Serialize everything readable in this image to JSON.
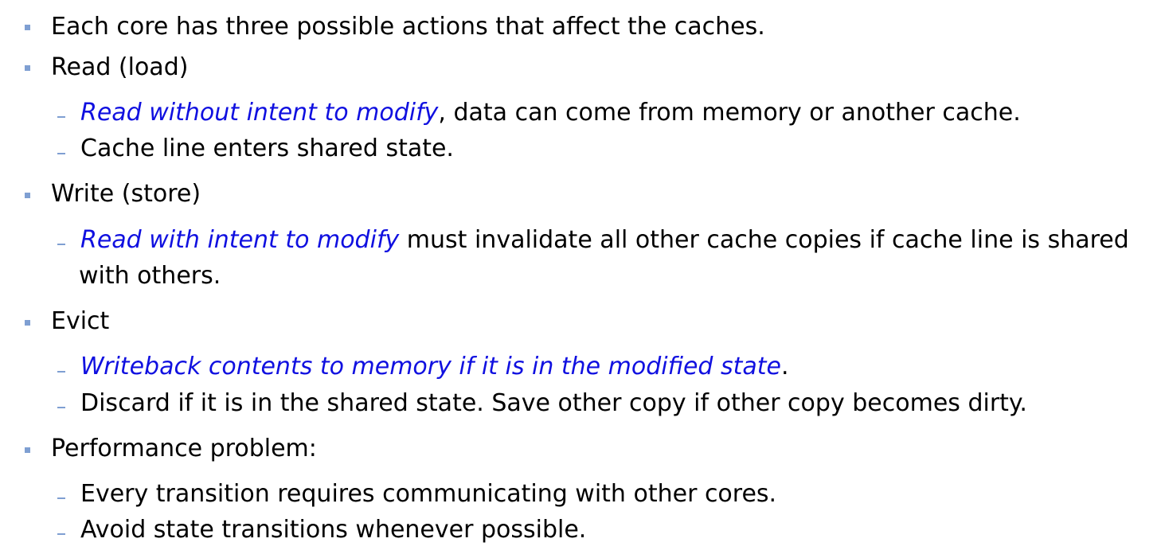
{
  "colors": {
    "text": "#000000",
    "emphasis": "#1010e0",
    "bullet_marker": "#7f9fd2"
  },
  "items": [
    {
      "text": "Each core has three possible actions that affect the caches."
    },
    {
      "text": "Read (load)",
      "sub": [
        {
          "em": "Read without intent to modify",
          "rest": ", data can come from memory or another cache."
        },
        {
          "text": "Cache line enters shared state."
        }
      ]
    },
    {
      "text": "Write (store)",
      "sub": [
        {
          "em": "Read with intent to modify",
          "rest_line1": " must invalidate all other cache copies if cache line is shared",
          "rest_line2": "with others."
        }
      ]
    },
    {
      "text": "Evict",
      "sub": [
        {
          "em": "Writeback contents to memory if it is in the modified state",
          "rest": "."
        },
        {
          "text": "Discard if it is in the shared state. Save other copy if other copy becomes dirty."
        }
      ]
    },
    {
      "text": "Performance problem:",
      "sub": [
        {
          "text": "Every transition requires communicating with other cores."
        },
        {
          "text": "Avoid state transitions whenever possible."
        }
      ]
    }
  ]
}
